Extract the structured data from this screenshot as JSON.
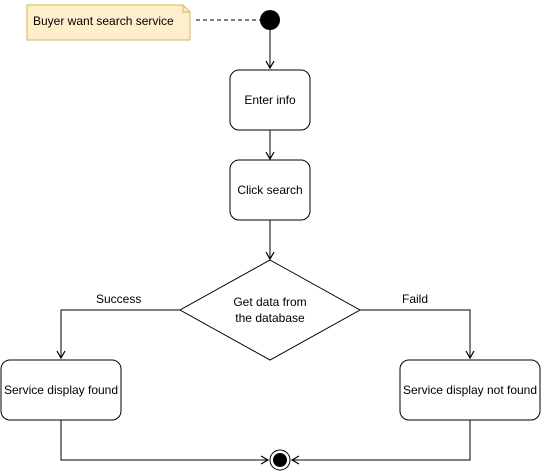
{
  "note": {
    "text": "Buyer want search service"
  },
  "nodes": {
    "enter_info": "Enter info",
    "click_search": "Click search",
    "decision": {
      "line1": "Get data from",
      "line2": "the database"
    },
    "found": "Service display found",
    "not_found": "Service display not found"
  },
  "edges": {
    "success": "Success",
    "failed": "Faild"
  },
  "colors": {
    "note_fill": "#ffeecc",
    "note_stroke": "#d6b656",
    "stroke": "#000000",
    "fill": "#ffffff"
  }
}
